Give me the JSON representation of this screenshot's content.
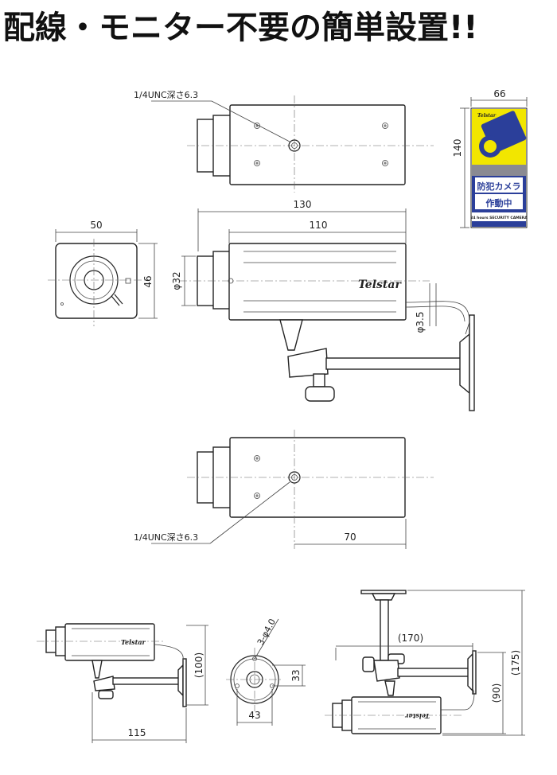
{
  "headline": "配線・モニター不要の簡単設置!!",
  "dimensions": {
    "mount_top": "1/4UNC深さ6.3",
    "mount_bottom": "1/4UNC深さ6.3",
    "total_length": "130",
    "body_length": "110",
    "front_width": "50",
    "front_height": "46",
    "lens_dia": "φ32",
    "bracket_dia": "φ3.5",
    "offset_70": "70",
    "sticker_width": "66",
    "sticker_height": "140",
    "side_bracket_height": "(100)",
    "side_bracket_length": "115",
    "base_holes": "3-φ4.0",
    "base_33": "33",
    "base_43": "43",
    "ceiling_reach": "(170)",
    "ceiling_90": "(90)",
    "ceiling_175": "(175)"
  },
  "brand": "Telstar",
  "sticker": {
    "line1": "防犯カメラ",
    "line2": "作動中",
    "footer": "24 hours SECURITY CAMERA",
    "brand": "Telstar"
  },
  "colors": {
    "sticker_yellow": "#f2e600",
    "sticker_blue": "#2b3f9a",
    "line": "#222222"
  }
}
